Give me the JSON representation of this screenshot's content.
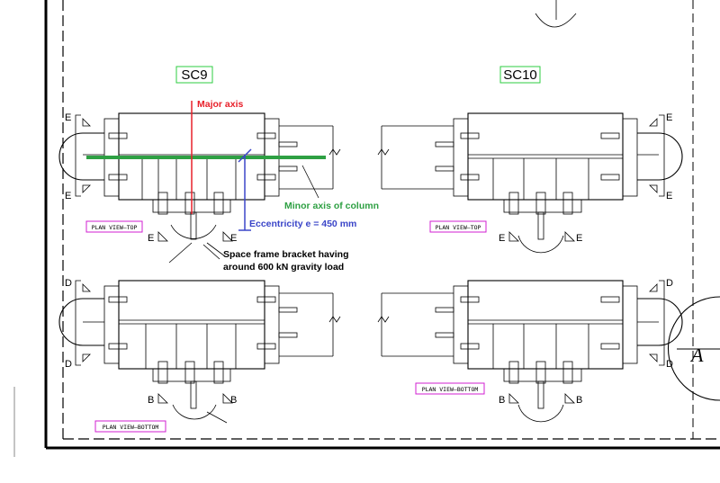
{
  "titles": {
    "sc9": "SC9",
    "sc10": "SC10"
  },
  "annotations": {
    "major_axis": "Major axis",
    "minor_axis": "Minor axis of column",
    "eccentricity": "Eccentricity e  = 450 mm",
    "bracket_line1": "Space frame bracket having",
    "bracket_line2": "around 600 kN gravity load"
  },
  "plan_labels": {
    "sc9_top": "PLAN VIEW—TOP",
    "sc10_top": "PLAN VIEW—TOP",
    "sc9_bottom": "PLAN VIEW—BOTTOM",
    "sc10_bottom": "PLAN VIEW—BOTTOM"
  },
  "section_marks": {
    "e": "E",
    "d": "D",
    "b": "B",
    "a": "A"
  },
  "colors": {
    "major_axis": "#e8202a",
    "minor_axis": "#2ea043",
    "eccentricity": "#3a45c8",
    "plan_label_border": "#d21fd2",
    "title_border": "#2ecc40"
  }
}
